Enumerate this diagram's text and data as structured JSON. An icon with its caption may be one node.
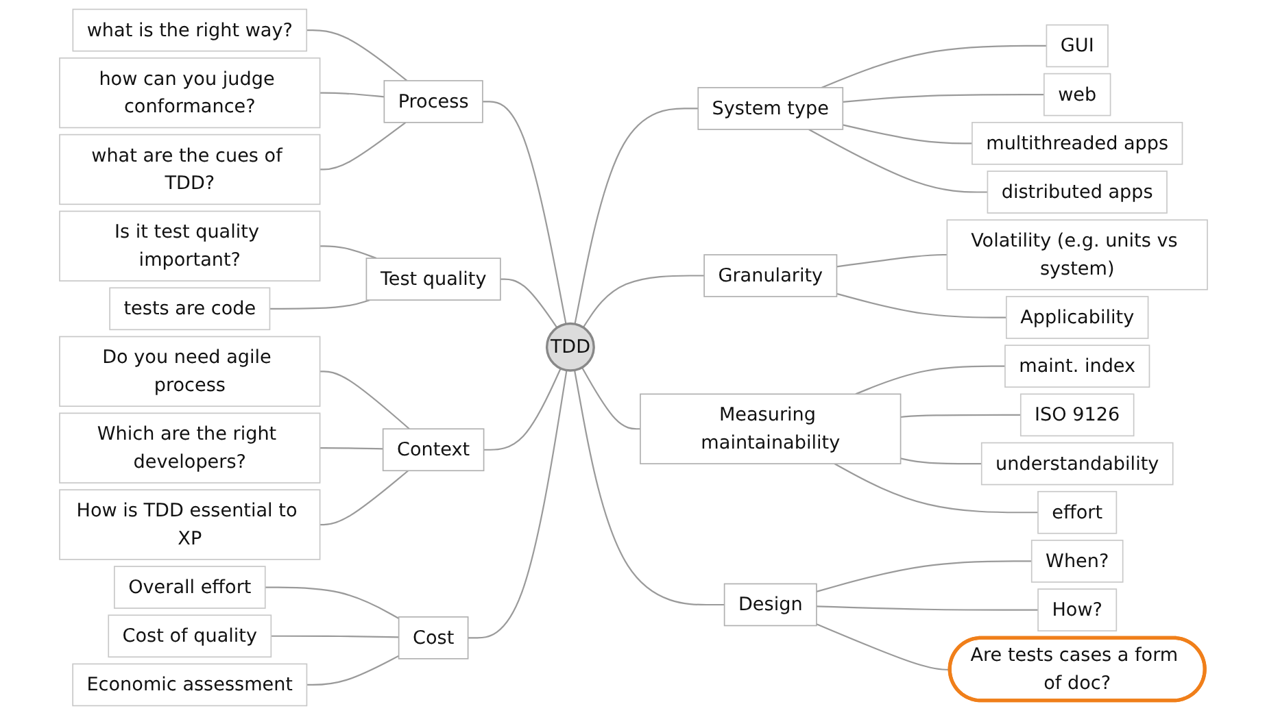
{
  "diagram": {
    "nodes": [
      {
        "text": [
          "TDD"
        ]
      },
      {
        "text": [
          "Process"
        ]
      },
      {
        "text": [
          "what is the right way?"
        ]
      },
      {
        "text": [
          "how can you judge conformance?"
        ]
      },
      {
        "text": [
          "what are the cues of TDD?"
        ]
      },
      {
        "text": [
          "Test quality"
        ]
      },
      {
        "text": [
          "Is it test quality important?"
        ]
      },
      {
        "text": [
          "tests are code"
        ]
      },
      {
        "text": [
          "Context"
        ]
      },
      {
        "text": [
          "Do you need agile process"
        ]
      },
      {
        "text": [
          "Which are the right developers?"
        ]
      },
      {
        "text": [
          "How is TDD essential to XP"
        ]
      },
      {
        "text": [
          "Cost"
        ]
      },
      {
        "text": [
          "Overall effort"
        ]
      },
      {
        "text": [
          "Cost of quality"
        ]
      },
      {
        "text": [
          "Economic assessment"
        ]
      },
      {
        "text": [
          "System type"
        ]
      },
      {
        "text": [
          "GUI"
        ]
      },
      {
        "text": [
          "web"
        ]
      },
      {
        "text": [
          "multithreaded apps"
        ]
      },
      {
        "text": [
          "distributed apps"
        ]
      },
      {
        "text": [
          "Granularity"
        ]
      },
      {
        "text": [
          "Volatility (e.g. units vs system)"
        ]
      },
      {
        "text": [
          "Applicability"
        ]
      },
      {
        "text": [
          "Measuring maintainability"
        ]
      },
      {
        "text": [
          "maint. index"
        ]
      },
      {
        "text": [
          "ISO 9126"
        ]
      },
      {
        "text": [
          "understandability"
        ]
      },
      {
        "text": [
          "effort"
        ]
      },
      {
        "text": [
          "Design"
        ]
      },
      {
        "text": [
          "When?"
        ]
      },
      {
        "text": [
          "How?"
        ]
      },
      {
        "text": [
          "Are tests cases a form of doc?"
        ]
      }
    ],
    "edges": [
      {
        "from": 0,
        "to": 1,
        "arrow": "none"
      },
      {
        "from": 1,
        "to": 2,
        "arrow": "none"
      },
      {
        "from": 1,
        "to": 3,
        "arrow": "none"
      },
      {
        "from": 1,
        "to": 4,
        "arrow": "none"
      },
      {
        "from": 0,
        "to": 5,
        "arrow": "none"
      },
      {
        "from": 5,
        "to": 6,
        "arrow": "none"
      },
      {
        "from": 5,
        "to": 7,
        "arrow": "none"
      },
      {
        "from": 0,
        "to": 8,
        "arrow": "none"
      },
      {
        "from": 8,
        "to": 9,
        "arrow": "none"
      },
      {
        "from": 8,
        "to": 10,
        "arrow": "none"
      },
      {
        "from": 8,
        "to": 11,
        "arrow": "none"
      },
      {
        "from": 0,
        "to": 12,
        "arrow": "none"
      },
      {
        "from": 12,
        "to": 13,
        "arrow": "none"
      },
      {
        "from": 12,
        "to": 14,
        "arrow": "none"
      },
      {
        "from": 12,
        "to": 15,
        "arrow": "none"
      },
      {
        "from": 0,
        "to": 16,
        "arrow": "none"
      },
      {
        "from": 16,
        "to": 17,
        "arrow": "none"
      },
      {
        "from": 16,
        "to": 18,
        "arrow": "none"
      },
      {
        "from": 16,
        "to": 19,
        "arrow": "none"
      },
      {
        "from": 16,
        "to": 20,
        "arrow": "none"
      },
      {
        "from": 0,
        "to": 21,
        "arrow": "none"
      },
      {
        "from": 21,
        "to": 22,
        "arrow": "none"
      },
      {
        "from": 21,
        "to": 23,
        "arrow": "none"
      },
      {
        "from": 0,
        "to": 24,
        "arrow": "none"
      },
      {
        "from": 24,
        "to": 25,
        "arrow": "none"
      },
      {
        "from": 24,
        "to": 26,
        "arrow": "none"
      },
      {
        "from": 24,
        "to": 27,
        "arrow": "none"
      },
      {
        "from": 24,
        "to": 28,
        "arrow": "none"
      },
      {
        "from": 0,
        "to": 29,
        "arrow": "none"
      },
      {
        "from": 29,
        "to": 30,
        "arrow": "none"
      },
      {
        "from": 29,
        "to": 31,
        "arrow": "none"
      },
      {
        "from": 29,
        "to": 32,
        "arrow": "none"
      }
    ]
  }
}
